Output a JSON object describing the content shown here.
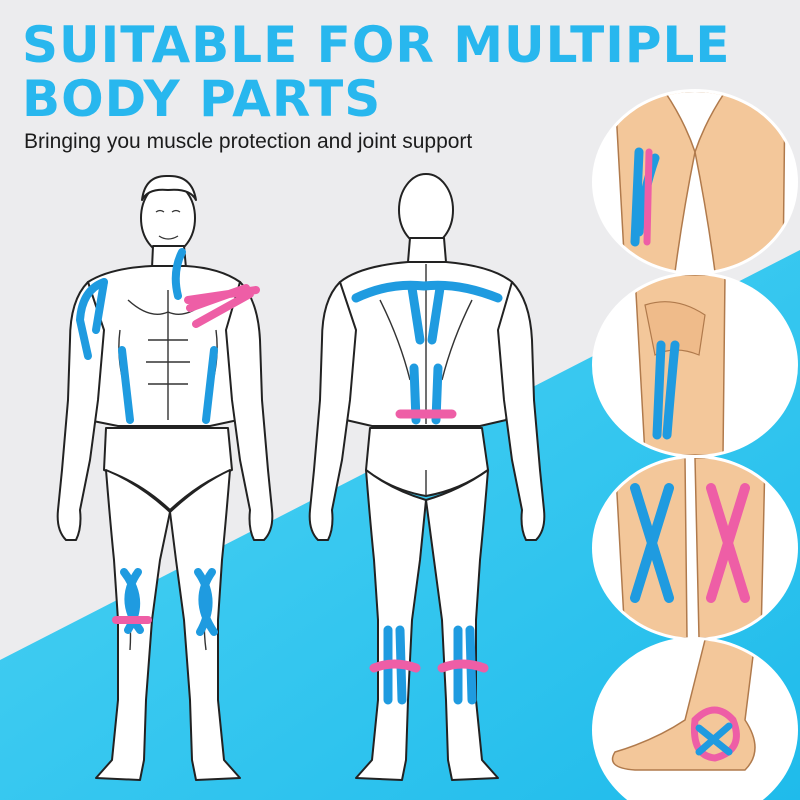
{
  "headline": {
    "line1": "SUITABLE FOR MULTIPLE",
    "line2": "BODY PARTS"
  },
  "subtitle": "Bringing you muscle protection and joint support",
  "colors": {
    "tape_blue": "#1f9be0",
    "tape_pink": "#ee5ea6",
    "headline_blue": "#28b7ee",
    "background_gray": "#ececee",
    "background_cyan": "#2ec6ef",
    "skin": "#f3c79a"
  },
  "illustrations": [
    "front-body-figure",
    "back-body-figure",
    "thigh-closeup",
    "hamstring-closeup",
    "knee-closeup",
    "ankle-closeup"
  ]
}
